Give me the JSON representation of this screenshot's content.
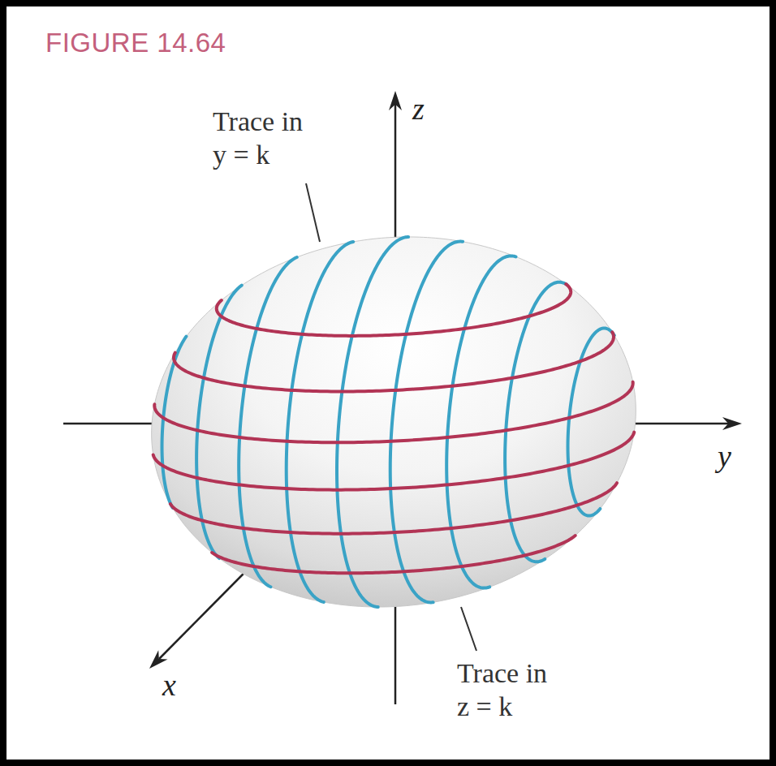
{
  "diagram": {
    "title": "FIGURE 14.64",
    "labels": [
      "Trace in y = k",
      "Trace in z = k",
      "z",
      "y",
      "x"
    ]
  }
}
